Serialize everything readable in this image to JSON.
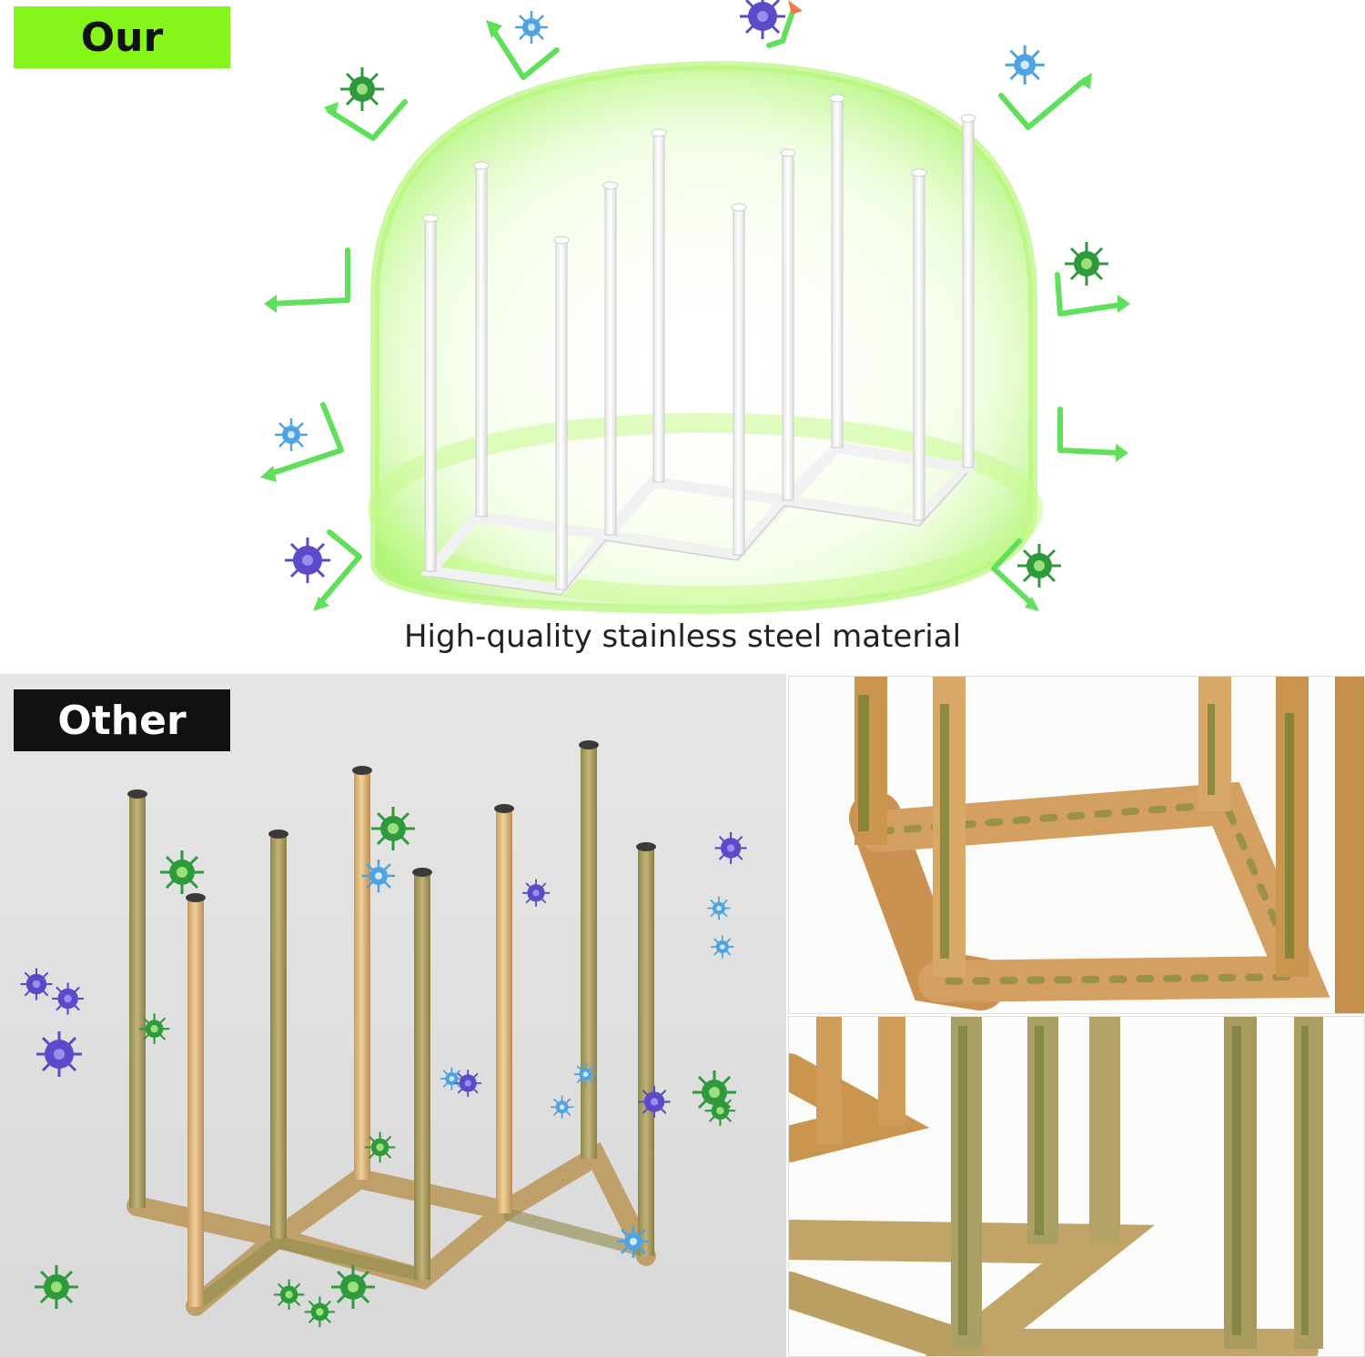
{
  "labels": {
    "our": "Our",
    "other": "Other",
    "caption": "High-quality stainless steel material"
  },
  "icons": [
    "virus-icon",
    "arrow-icon"
  ],
  "colors": {
    "our_badge": "#86f51a",
    "other_badge": "#111111",
    "glow_green": "#9ef25a",
    "steel": "#f4f4f4",
    "wood": "#d9b57a",
    "mold": "#7d8a3a",
    "virus_green": "#2e9a3c",
    "virus_blue": "#4fa3e0",
    "virus_purple": "#5b4bc8"
  }
}
